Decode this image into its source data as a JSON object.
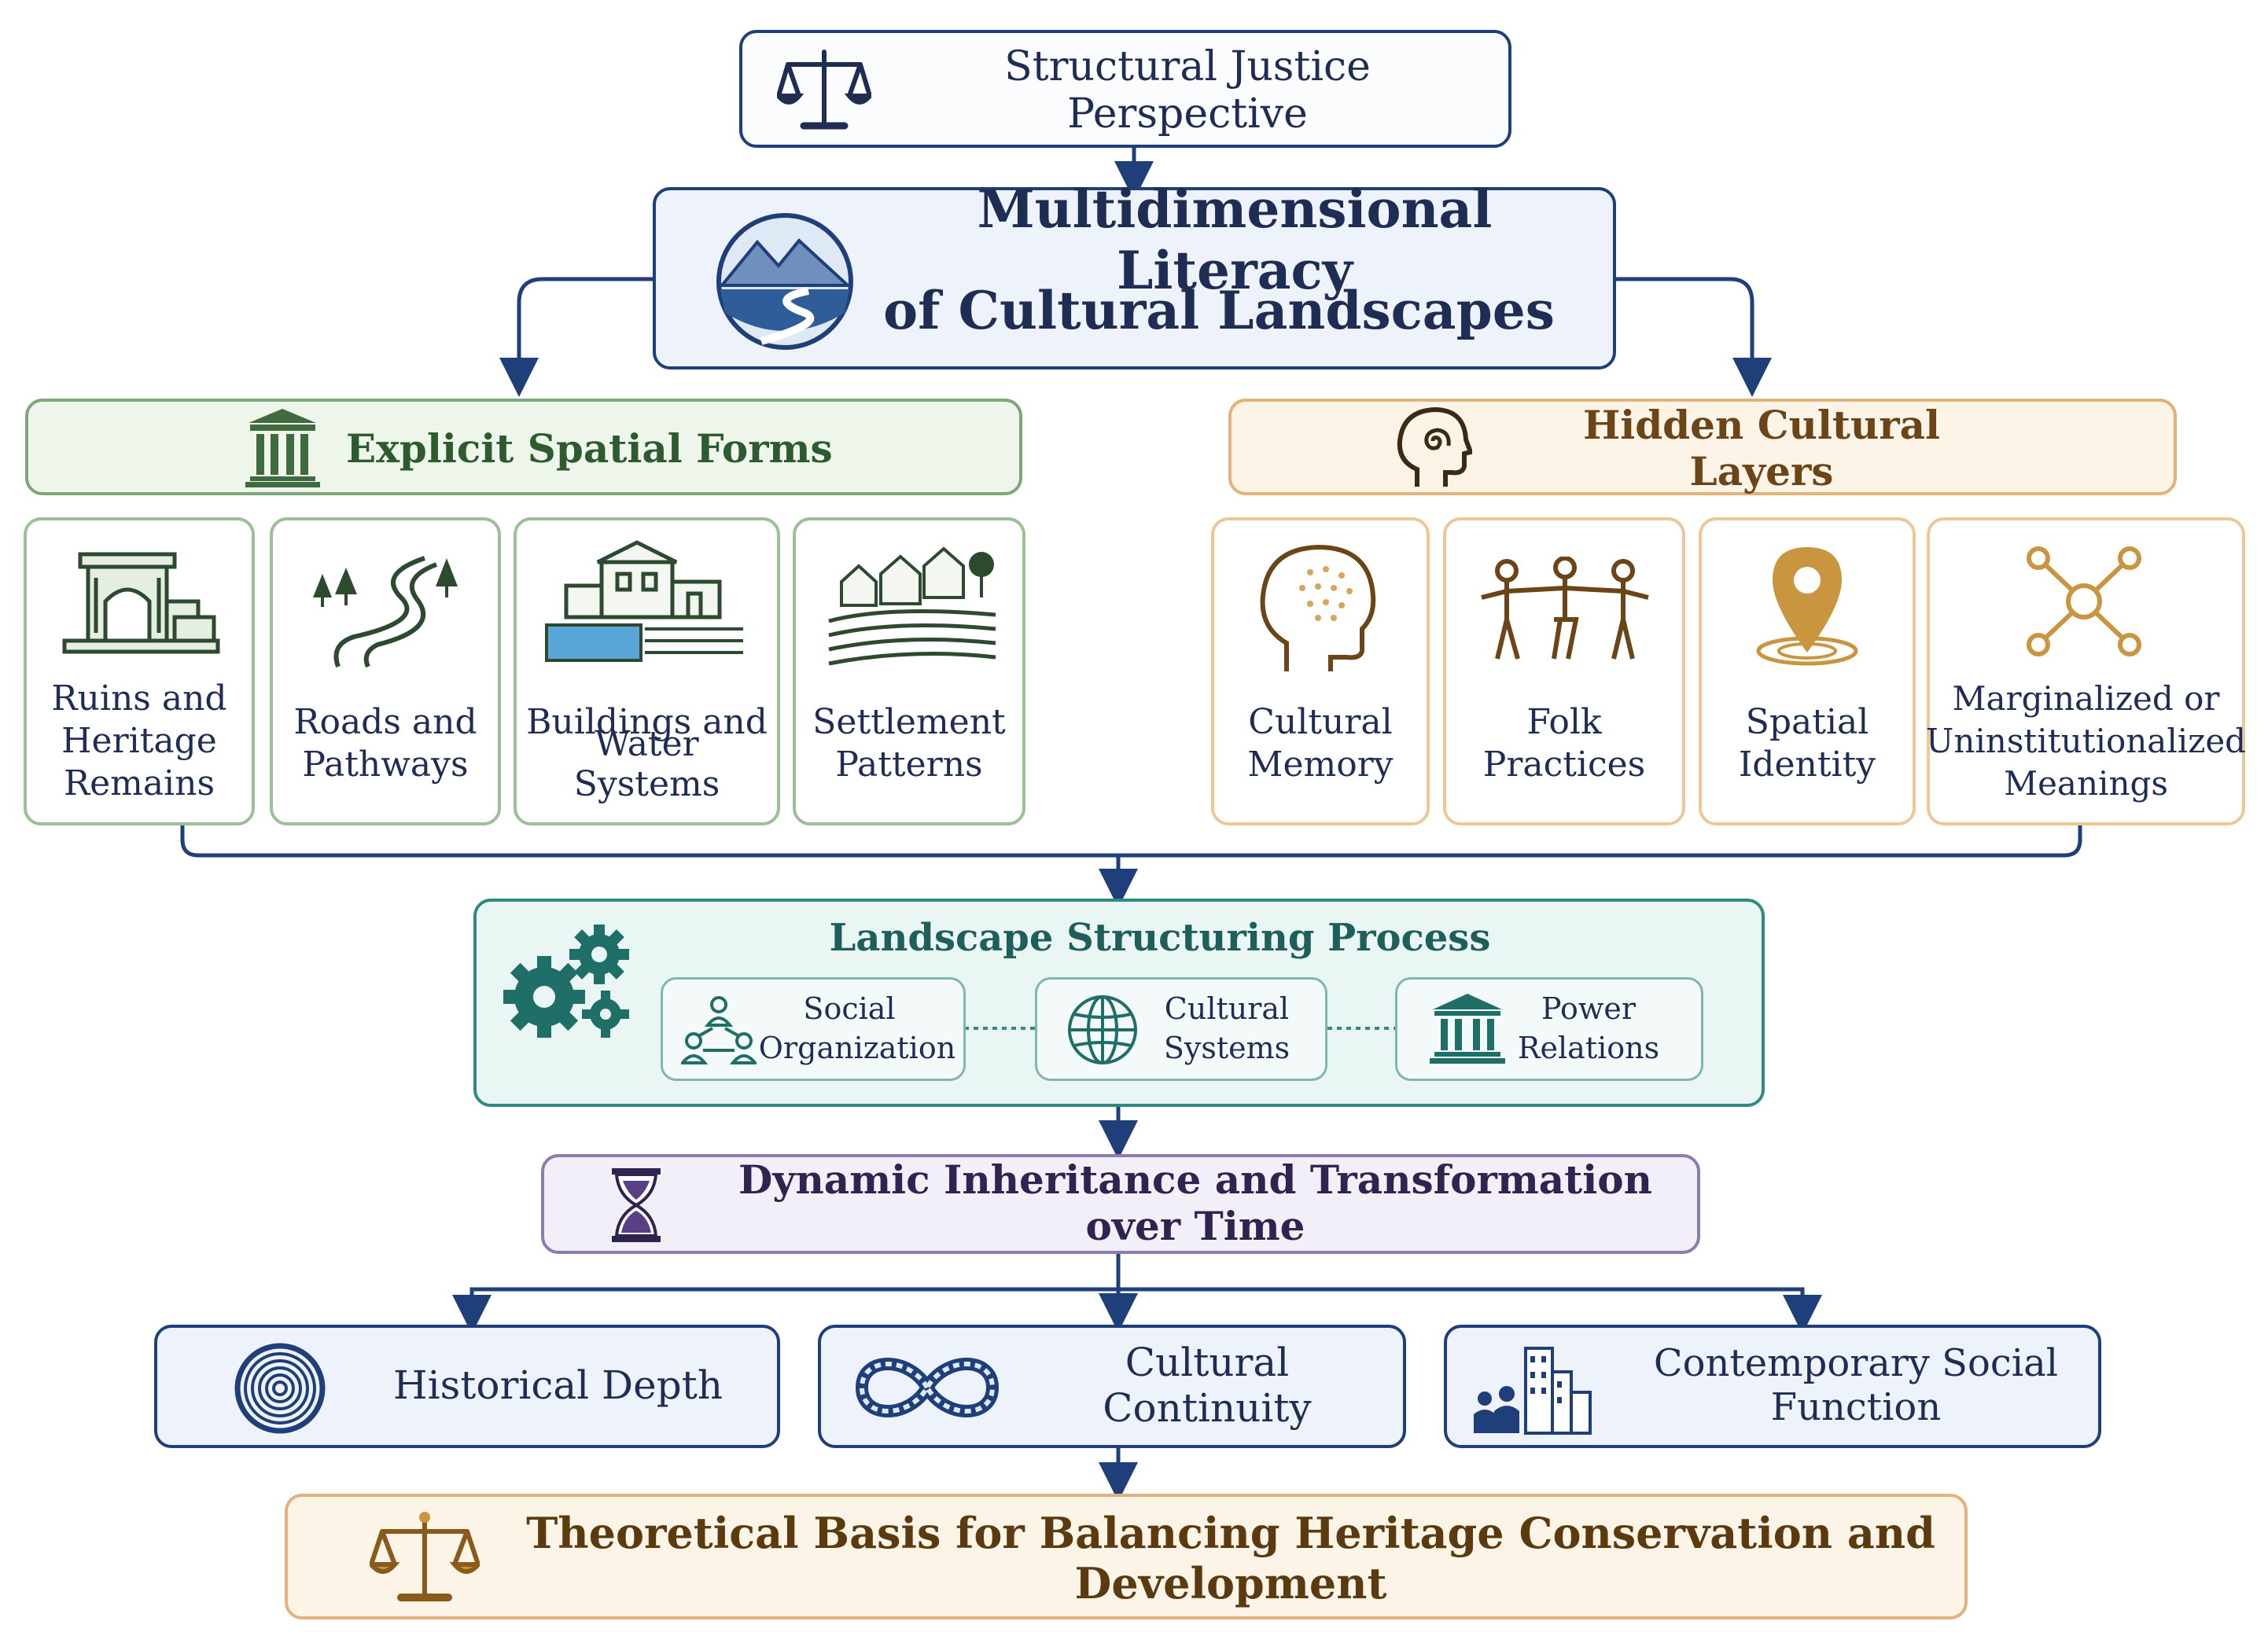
{
  "top": {
    "title": "Structural Justice Perspective"
  },
  "core": {
    "line1": "Multidimensional Literacy",
    "line2": "of Cultural Landscapes"
  },
  "explicit": {
    "title": "Explicit Spatial Forms",
    "items": [
      {
        "lines": [
          "Ruins and",
          "Heritage",
          "Remains"
        ]
      },
      {
        "lines": [
          "Roads and",
          "Pathways"
        ]
      },
      {
        "lines": [
          "Buildings and",
          "Water Systems"
        ]
      },
      {
        "lines": [
          "Settlement",
          "Patterns"
        ]
      }
    ]
  },
  "hidden": {
    "title": "Hidden Cultural Layers",
    "items": [
      {
        "lines": [
          "Cultural",
          "Memory"
        ]
      },
      {
        "lines": [
          "Folk",
          "Practices"
        ]
      },
      {
        "lines": [
          "Spatial",
          "Identity"
        ]
      },
      {
        "lines": [
          "Marginalized or",
          "Uninstitutionalized",
          "Meanings"
        ]
      }
    ]
  },
  "process": {
    "title": "Landscape Structuring Process",
    "items": [
      {
        "lines": [
          "Social",
          "Organization"
        ]
      },
      {
        "lines": [
          "Cultural",
          "Systems"
        ]
      },
      {
        "lines": [
          "Power",
          "Relations"
        ]
      }
    ]
  },
  "dynamic": {
    "title": "Dynamic Inheritance and Transformation over Time"
  },
  "outcomes": [
    {
      "label": "Historical Depth"
    },
    {
      "label": "Cultural Continuity"
    },
    {
      "label": "Contemporary Social Function"
    }
  ],
  "basis": {
    "title": "Theoretical Basis for Balancing Heritage Conservation and Development"
  },
  "colors": {
    "navy": "#1f3f7a",
    "navy_fill": "#eef3fb",
    "green": "#7fa67a",
    "green_fill": "#eef5ea",
    "orange": "#e3b27a",
    "orange_fill": "#fdf4e8",
    "teal": "#2e8a82",
    "teal_fill": "#eaf6f4",
    "purple": "#8e7bb2",
    "purple_fill": "#f3eff8",
    "gold": "#c9953f"
  }
}
